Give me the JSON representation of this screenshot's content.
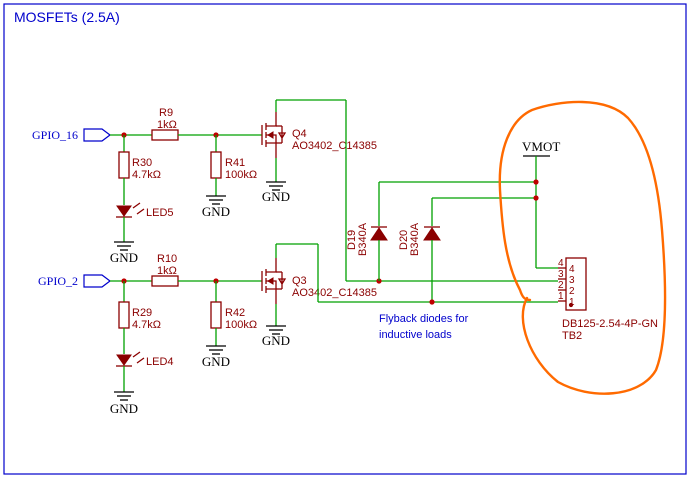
{
  "title": "MOSFETs (2.5A)",
  "nets": {
    "gpio16": "GPIO_16",
    "gpio2": "GPIO_2",
    "vmot": "VMOT"
  },
  "resistors": {
    "r9": {
      "ref": "R9",
      "value": "1kΩ"
    },
    "r10": {
      "ref": "R10",
      "value": "1kΩ"
    },
    "r30": {
      "ref": "R30",
      "value": "4.7kΩ"
    },
    "r29": {
      "ref": "R29",
      "value": "4.7kΩ"
    },
    "r41": {
      "ref": "R41",
      "value": "100kΩ"
    },
    "r42": {
      "ref": "R42",
      "value": "100kΩ"
    }
  },
  "leds": {
    "led5": "LED5",
    "led4": "LED4"
  },
  "mosfets": {
    "q4": {
      "ref": "Q4",
      "part": "AO3402_C14385"
    },
    "q3": {
      "ref": "Q3",
      "part": "AO3402_C14385"
    }
  },
  "diodes": {
    "d19": {
      "ref": "D19",
      "part": "B340A"
    },
    "d20": {
      "ref": "D20",
      "part": "B340A"
    }
  },
  "gnd": "GND",
  "connector": {
    "ref": "TB2",
    "part": "DB125-2.54-4P-GN",
    "pins": [
      "4",
      "3",
      "2",
      "1"
    ]
  },
  "note": {
    "line1": "Flyback diodes for",
    "line2": "inductive loads"
  },
  "colors": {
    "wire": "#00a000",
    "component": "#8b0000",
    "net_label": "#0000cc",
    "annotation": "#ff6a00"
  }
}
